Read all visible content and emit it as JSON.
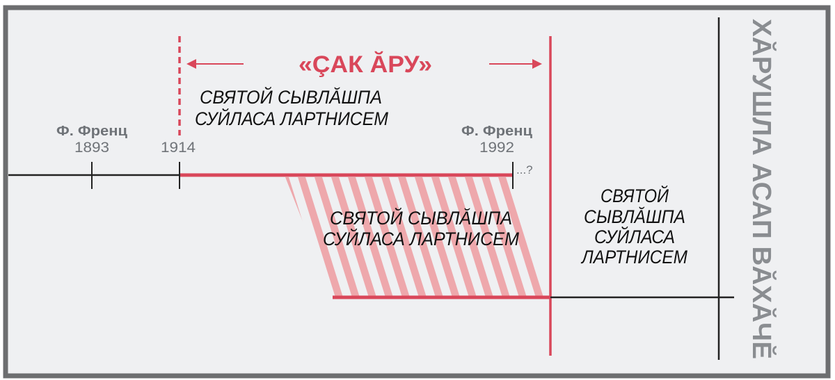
{
  "title": "«ÇАК ĂРУ»",
  "upper_text": [
    "СВЯТОЙ СЫВЛĂШПА",
    "СУЙЛАСА ЛАРТНИСЕМ"
  ],
  "middle_text": [
    "СВЯТОЙ СЫВЛĂШПА",
    "СУЙЛАСА ЛАРТНИСЕМ"
  ],
  "right_text": [
    "СВЯТОЙ",
    "СЫВЛĂШПА",
    "СУЙЛАСА",
    "ЛАРТНИСЕМ"
  ],
  "vertical_label": "ХĂРУШЛА АСАП ВĂХĂЧĔ",
  "markers": [
    {
      "name": "Ф. Френц",
      "year": "1893"
    },
    {
      "name": "",
      "year": "1914"
    },
    {
      "name": "Ф. Френц",
      "year": "1992"
    }
  ],
  "continuation": "...?",
  "colors": {
    "red": "#d9475a",
    "hatch": "#eea8ac",
    "border": "#6d6e70",
    "background": "#eff0f2",
    "gray_text": "#8a8d91"
  }
}
